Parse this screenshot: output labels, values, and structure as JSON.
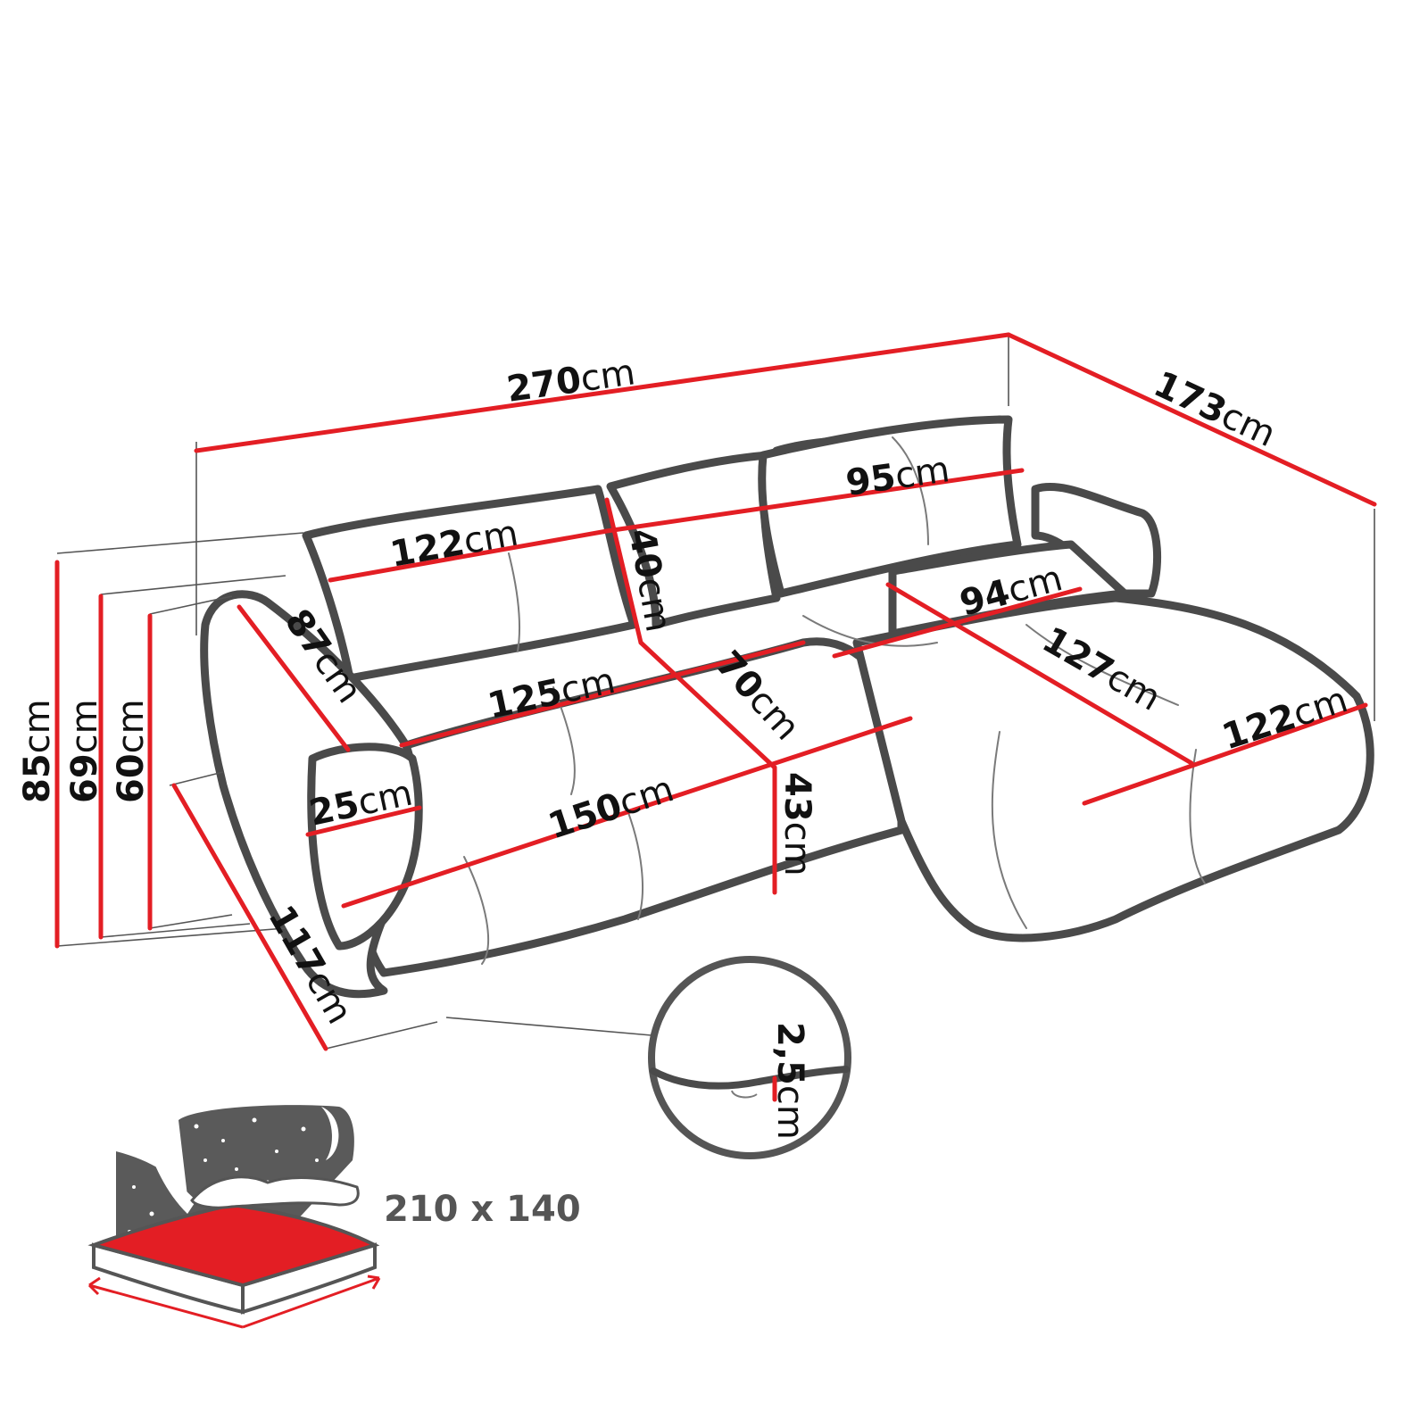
{
  "dimensions": {
    "total_width": {
      "value": "270",
      "unit": "cm"
    },
    "chaise_length": {
      "value": "173",
      "unit": "cm"
    },
    "total_height": {
      "value": "85",
      "unit": "cm"
    },
    "armrest_height": {
      "value": "69",
      "unit": "cm"
    },
    "back_height": {
      "value": "60",
      "unit": "cm"
    },
    "seat_depth_total": {
      "value": "117",
      "unit": "cm"
    },
    "armrest_depth": {
      "value": "87",
      "unit": "cm"
    },
    "armrest_width": {
      "value": "25",
      "unit": "cm"
    },
    "pillow_large_width": {
      "value": "122",
      "unit": "cm"
    },
    "pillow_height": {
      "value": "40",
      "unit": "cm"
    },
    "pillow_small_width": {
      "value": "95",
      "unit": "cm"
    },
    "back_section_width": {
      "value": "94",
      "unit": "cm"
    },
    "seat_back_width": {
      "value": "125",
      "unit": "cm"
    },
    "seat_depth": {
      "value": "70",
      "unit": "cm"
    },
    "seat_front_width": {
      "value": "150",
      "unit": "cm"
    },
    "seat_height": {
      "value": "43",
      "unit": "cm"
    },
    "chaise_seat_length": {
      "value": "127",
      "unit": "cm"
    },
    "chaise_width": {
      "value": "122",
      "unit": "cm"
    },
    "leg_height": {
      "value": "2,5",
      "unit": "cm"
    }
  },
  "bed": {
    "size_label": "210 x 140"
  },
  "colors": {
    "dimension_line": "#e31e24",
    "outline": "#4a4a4a",
    "bed_surface": "#e31e24",
    "night_sky": "#5a5a5a"
  }
}
